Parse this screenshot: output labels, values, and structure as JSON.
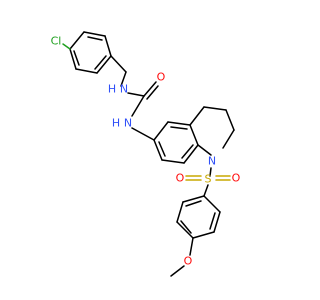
{
  "molecule": {
    "atoms": {
      "cl": {
        "label": "Cl",
        "color": "#1fa01f"
      },
      "nh_upper": {
        "label": "H",
        "color": "#3050f8"
      },
      "n_upper": {
        "label": "N",
        "color": "#3050f8"
      },
      "o_carbonyl": {
        "label": "O",
        "color": "#ff0d0d"
      },
      "nh_lower": {
        "label": "H",
        "color": "#3050f8"
      },
      "n_lower": {
        "label": "N",
        "color": "#3050f8"
      },
      "n_ring": {
        "label": "N",
        "color": "#3050f8"
      },
      "s": {
        "label": "S",
        "color": "#c8a800"
      },
      "o_sulfonyl_left": {
        "label": "O",
        "color": "#ff0d0d"
      },
      "o_sulfonyl_right": {
        "label": "O",
        "color": "#ff0d0d"
      },
      "o_methoxy": {
        "label": "O",
        "color": "#ff0d0d"
      }
    }
  }
}
